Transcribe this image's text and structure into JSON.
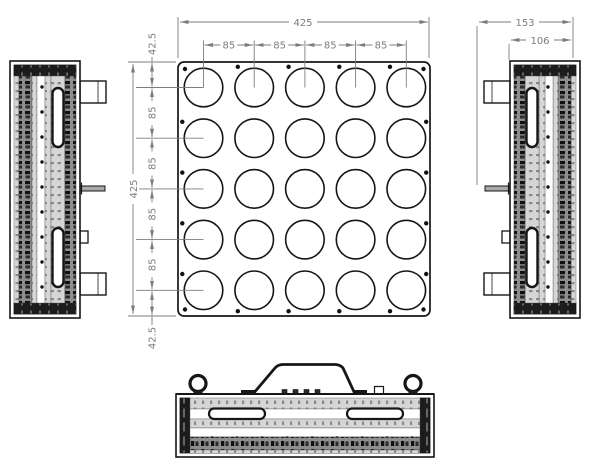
{
  "drawing_type": "orthographic technical drawing of LED matrix panel",
  "front_view": {
    "overall_width": "425",
    "overall_height": "425",
    "pitch_labels": [
      "85",
      "85",
      "85",
      "85"
    ],
    "chain_labels": [
      "42.5",
      "85",
      "85",
      "85",
      "85",
      "42.5"
    ],
    "grid": {
      "rows": 5,
      "cols": 5
    }
  },
  "side_view": {
    "overall_depth": "153",
    "body_depth": "106"
  },
  "colors": {
    "line": "#161616",
    "dimension": "#7d7d7d",
    "background": "#ffffff",
    "fin_dark": "#101010",
    "fin_gray": "#8e8e8e",
    "fin_light": "#d6d6d6"
  }
}
